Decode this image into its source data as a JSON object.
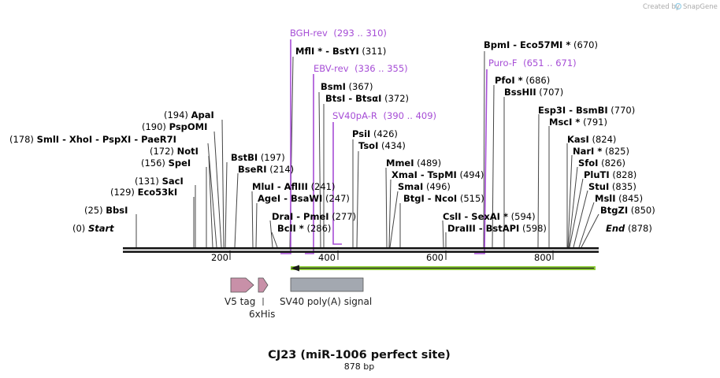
{
  "credit": {
    "text": "Created by",
    "brand": "SnapGene"
  },
  "title": "CJ23 (miR-1006 perfect site)",
  "length_label": "878 bp",
  "length": 878,
  "ticks": [
    "200",
    "400",
    "600",
    "800"
  ],
  "sites": [
    {
      "text": "BbsI",
      "pos": "(25)"
    },
    {
      "text": "Start",
      "pos": "(0)"
    },
    {
      "text": "Eco53kI",
      "pos": "(129)"
    },
    {
      "text": "SacI",
      "pos": "(131)"
    },
    {
      "text": "SpeI",
      "pos": "(156)"
    },
    {
      "text": "NotI",
      "pos": "(172)"
    },
    {
      "text": "SmlI - XhoI - PspXI - PaeR7I",
      "pos": "(178)"
    },
    {
      "text": "PspOMI",
      "pos": "(190)"
    },
    {
      "text": "ApaI",
      "pos": "(194)"
    },
    {
      "text": "BstBI",
      "pos": "(197)"
    },
    {
      "text": "BseRI",
      "pos": "(214)"
    },
    {
      "text": "MluI - AflIII",
      "pos": "(241)"
    },
    {
      "text": "AgeI - BsaWI",
      "pos": "(247)"
    },
    {
      "text": "DraI - PmeI",
      "pos": "(277)"
    },
    {
      "text": "BclI *",
      "pos": "(286)"
    },
    {
      "text": "MflI * - BstYI",
      "pos": "(311)"
    },
    {
      "text": "BsmI",
      "pos": "(367)"
    },
    {
      "text": "BtsI - BtsαI",
      "pos": "(372)"
    },
    {
      "text": "PsiI",
      "pos": "(426)"
    },
    {
      "text": "TsoI",
      "pos": "(434)"
    },
    {
      "text": "MmeI",
      "pos": "(489)"
    },
    {
      "text": "XmaI - TspMI",
      "pos": "(494)"
    },
    {
      "text": "SmaI",
      "pos": "(496)"
    },
    {
      "text": "BtgI - NcoI",
      "pos": "(515)"
    },
    {
      "text": "CslI - SexAI *",
      "pos": "(594)"
    },
    {
      "text": "DraIII - BstAPI",
      "pos": "(598)"
    },
    {
      "text": "BpmI - Eco57MI *",
      "pos": "(670)"
    },
    {
      "text": "PfoI *",
      "pos": "(686)"
    },
    {
      "text": "BssHII",
      "pos": "(707)"
    },
    {
      "text": "Esp3I - BsmBI",
      "pos": "(770)"
    },
    {
      "text": "MscI *",
      "pos": "(791)"
    },
    {
      "text": "KasI",
      "pos": "(824)"
    },
    {
      "text": "NarI *",
      "pos": "(825)"
    },
    {
      "text": "SfoI",
      "pos": "(826)"
    },
    {
      "text": "PluTI",
      "pos": "(828)"
    },
    {
      "text": "StuI",
      "pos": "(835)"
    },
    {
      "text": "MslI",
      "pos": "(845)"
    },
    {
      "text": "BtgZI",
      "pos": "(850)"
    },
    {
      "text": "End",
      "pos": "(878)"
    }
  ],
  "primers": [
    {
      "text": "BGH-rev",
      "pos": "(293 .. 310)"
    },
    {
      "text": "EBV-rev",
      "pos": "(336 .. 355)"
    },
    {
      "text": "SV40pA-R",
      "pos": "(390 .. 409)"
    },
    {
      "text": "Puro-F",
      "pos": "(651 .. 671)"
    }
  ],
  "features": [
    {
      "text": "V5 tag"
    },
    {
      "text": "6xHis"
    },
    {
      "text": "SV40 poly(A) signal"
    }
  ],
  "colors": {
    "primer": "#a64dd6",
    "tag": "#c890a8",
    "polyA": "#a3a8b0",
    "orf": "#8fce3a"
  }
}
